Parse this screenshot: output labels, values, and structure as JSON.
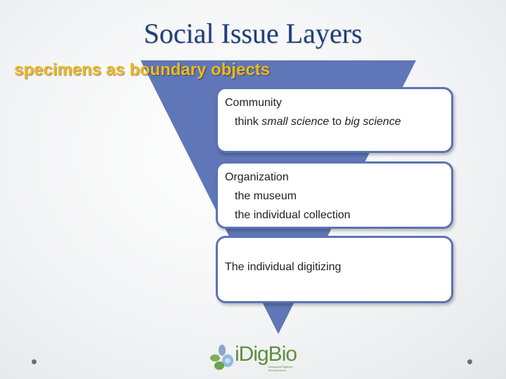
{
  "slide": {
    "title": "Social Issue Layers",
    "subtitle": "specimens as boundary objects"
  },
  "layers": [
    {
      "heading": "Community",
      "detail_parts": [
        {
          "text": "think ",
          "style": "normal"
        },
        {
          "text": "small science",
          "style": "italic"
        },
        {
          "text": " to ",
          "style": "normal"
        },
        {
          "text": "big science",
          "style": "italic"
        }
      ]
    },
    {
      "heading": "Organization",
      "details": [
        "the museum",
        "the individual collection"
      ]
    },
    {
      "heading": "The individual digitizing"
    }
  ],
  "logo": {
    "name": "iDigBio",
    "tagline": "Integrated Digitized Biocollections"
  },
  "colors": {
    "funnel": "#5f77b8",
    "title": "#1f3f7a",
    "subtitle": "#f2b91a",
    "box_border": "#5c74b4",
    "logo": "#5f8f3e"
  }
}
